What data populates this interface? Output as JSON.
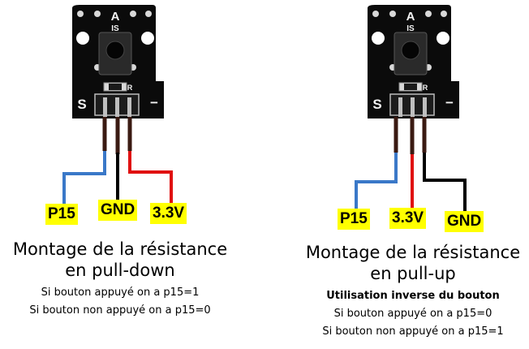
{
  "colors": {
    "board": "#0b0b0b",
    "silk": "#f2f2f2",
    "wire_blue": "#3a78c8",
    "wire_black": "#000000",
    "wire_red": "#e01010",
    "label_bg": "#ffff00"
  },
  "module": {
    "silk_a": "A",
    "silk_is": "IS",
    "silk_s": "S",
    "silk_minus": "−",
    "silk_r": "R"
  },
  "left": {
    "labels": {
      "signal": "P15",
      "mid": "GND",
      "right": "3.3V"
    },
    "title": "Montage de la résistance",
    "subtitle": "en pull-down",
    "lines": [
      "Si bouton appuyé on a p15=1",
      "Si bouton non appuyé on a p15=0"
    ]
  },
  "right": {
    "labels": {
      "signal": "P15",
      "mid": "3.3V",
      "right": "GND"
    },
    "title": "Montage de la résistance",
    "subtitle": "en pull-up",
    "bold_line": "Utilisation inverse du bouton",
    "lines": [
      "Si bouton appuyé on a p15=0",
      "Si bouton non appuyé on a p15=1"
    ]
  }
}
